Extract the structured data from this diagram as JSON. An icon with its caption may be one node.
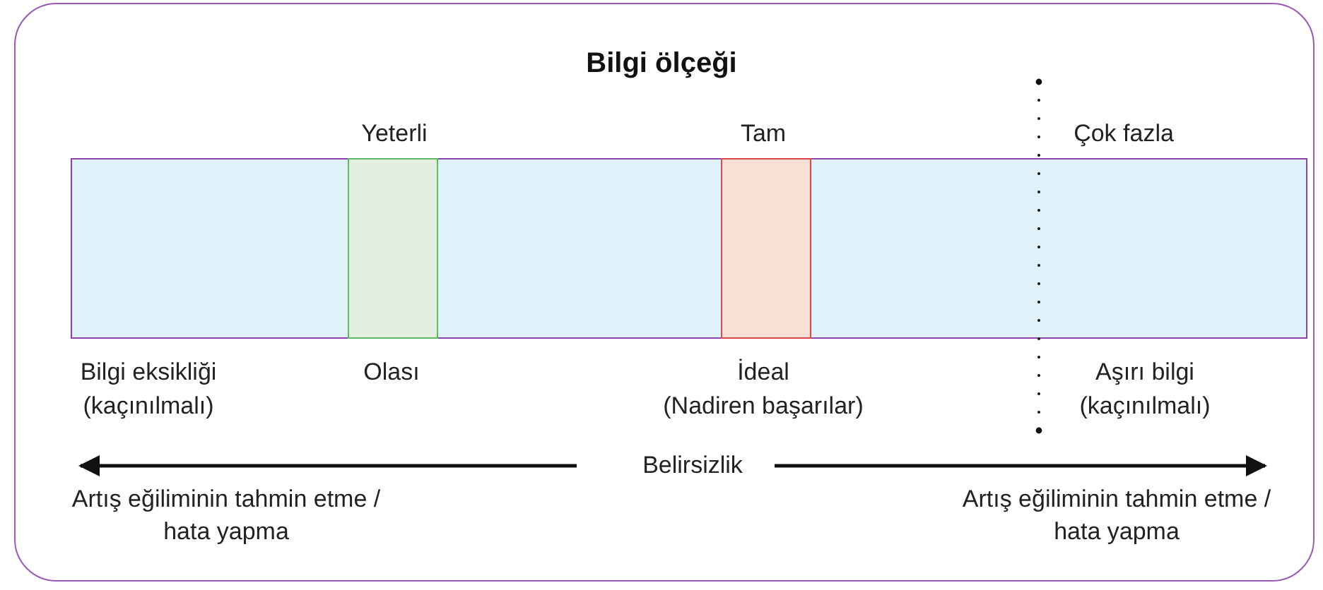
{
  "diagram": {
    "title": "Bilgi ölçeği",
    "nodes": [
      {
        "text": [],
        "shape": "bar"
      },
      {
        "text": [],
        "shape": "box",
        "in": 0
      },
      {
        "text": [],
        "shape": "box",
        "in": 0
      }
    ],
    "labels": [
      "Yeterli",
      "Tam",
      "Çok fazla",
      "Bilgi eksikliği",
      "(kaçınılmalı)",
      "Olası",
      "İdeal",
      "(Nadiren başarılar)",
      "Aşırı bilgi",
      "(kaçınılmalı)",
      "Belirsizlik",
      "Artış eğiliminin tahmin etme / hata yapma",
      "Artış eğiliminin tahmin etme / hata yapma"
    ]
  }
}
